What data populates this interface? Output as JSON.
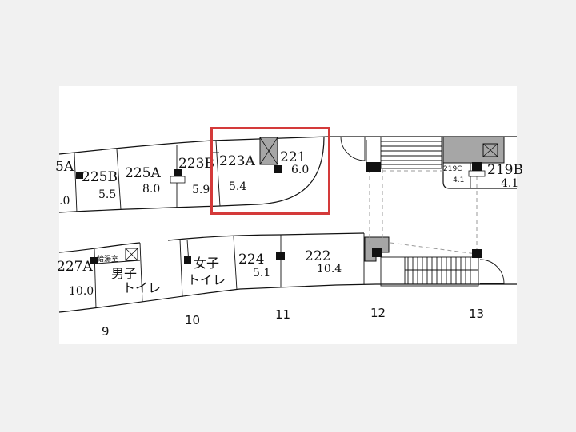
{
  "colors": {
    "highlight": "#d43a3a",
    "column": "#111111",
    "shaft": "#a6a6a6",
    "background": "#f1f1f1",
    "paper": "#ffffff"
  },
  "rooms_upper": [
    {
      "id": "225A_left",
      "number": "5A",
      "area": ".0"
    },
    {
      "id": "225B",
      "number": "225B",
      "area": "5.5"
    },
    {
      "id": "225A",
      "number": "225A",
      "area": "8.0"
    },
    {
      "id": "223B",
      "number": "223B",
      "area": "5.9"
    },
    {
      "id": "223A",
      "number": "223A",
      "area": "5.4"
    },
    {
      "id": "221",
      "number": "221",
      "area": "6.0"
    },
    {
      "id": "219C",
      "number": "219C",
      "area": "4.1"
    },
    {
      "id": "219B",
      "number": "219B",
      "area": "4.1"
    }
  ],
  "rooms_lower": [
    {
      "id": "227A",
      "number": "227A",
      "area": "10.0"
    },
    {
      "id": "mens",
      "label": "男子\nトイレ"
    },
    {
      "id": "womens",
      "label": "女子\nトイレ"
    },
    {
      "id": "224",
      "number": "224",
      "area": "5.1"
    },
    {
      "id": "222",
      "number": "222",
      "area": "10.4"
    }
  ],
  "kyutoshitsu": "給湯室",
  "grid_lines": [
    "9",
    "10",
    "11",
    "12",
    "13"
  ],
  "highlighted_room": "221 / 223A"
}
